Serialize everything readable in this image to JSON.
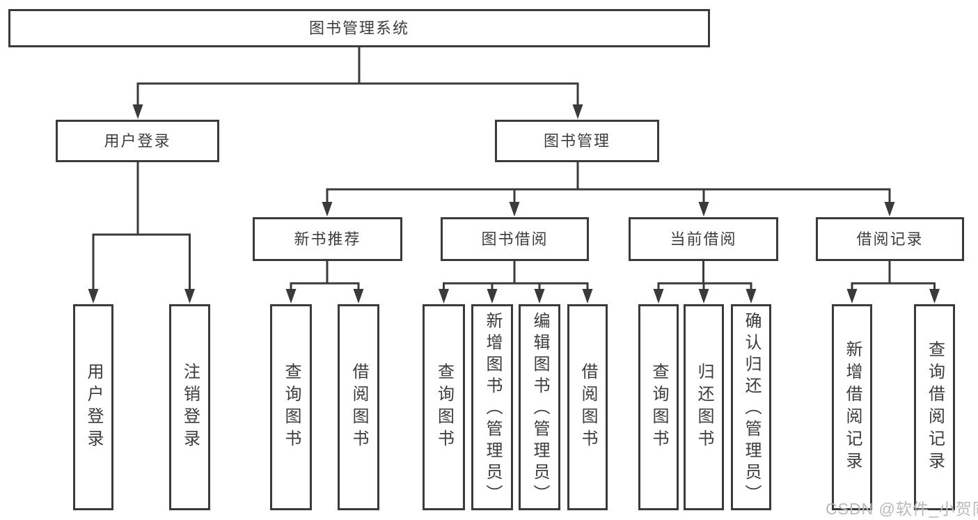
{
  "diagram_type": "hierarchy-tree",
  "tree": {
    "label": "图书管理系统",
    "children": [
      {
        "label": "用户登录",
        "children": [
          {
            "label": "用户登录"
          },
          {
            "label": "注销登录"
          }
        ]
      },
      {
        "label": "图书管理",
        "children": [
          {
            "label": "新书推荐",
            "children": [
              {
                "label": "查询图书"
              },
              {
                "label": "借阅图书"
              }
            ]
          },
          {
            "label": "图书借阅",
            "children": [
              {
                "label": "查询图书"
              },
              {
                "label": "新增图书（管理员）"
              },
              {
                "label": "编辑图书（管理员）"
              },
              {
                "label": "借阅图书"
              }
            ]
          },
          {
            "label": "当前借阅",
            "children": [
              {
                "label": "查询图书"
              },
              {
                "label": "归还图书"
              },
              {
                "label": "确认归还（管理员）"
              }
            ]
          },
          {
            "label": "借阅记录",
            "children": [
              {
                "label": "新增借阅记录"
              },
              {
                "label": "查询借阅记录"
              }
            ]
          }
        ]
      }
    ]
  },
  "watermark": {
    "text": "CSDN @软件_小贺同学"
  },
  "colors": {
    "line": "#3a3a3a",
    "box_border": "#3a3a3a",
    "box_fill": "#ffffff",
    "text": "#3c3c3c",
    "watermark": "#b9b9b9",
    "background": "#ffffff"
  }
}
